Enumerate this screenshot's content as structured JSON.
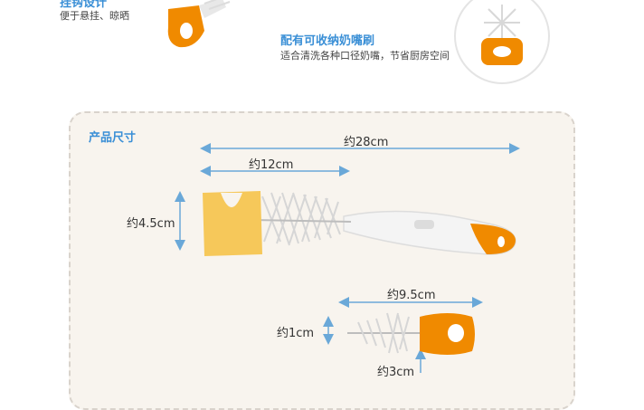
{
  "top": {
    "hook_title": "挂钩设计",
    "hook_desc": "便于悬挂、晾晒",
    "nipple_title": "配有可收纳奶嘴刷",
    "nipple_desc": "适合清洗各种口径奶嘴，节省厨房空间"
  },
  "size_panel": {
    "title": "产品尺寸",
    "total_length": "约28cm",
    "brush_length": "约12cm",
    "brush_height": "约4.5cm",
    "nipple_length": "约9.5cm",
    "nipple_diameter": "约1cm",
    "nipple_head": "约3cm"
  },
  "colors": {
    "accent": "#3a8fd6",
    "orange": "#f08a00",
    "sponge": "#f6c85a",
    "arrow": "#6aa8d8"
  }
}
